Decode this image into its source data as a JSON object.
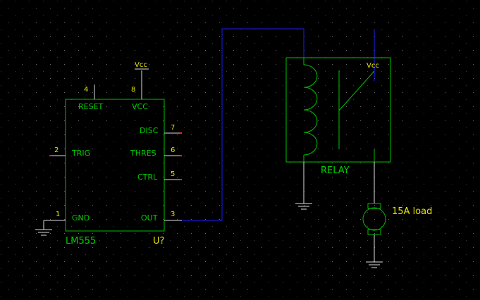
{
  "colors": {
    "background": "#000000",
    "grid_dot": "#6a6a6a",
    "component": "#00c000",
    "pin_number": "#e6e600",
    "wire": "#1a1aff",
    "pin_tip": "#ff2020",
    "label_green": "#00d000",
    "label_yellow": "#e6e600"
  },
  "timer": {
    "part": "LM555",
    "ref": "U?",
    "pins": {
      "reset": {
        "num": "4",
        "name": "RESET"
      },
      "vcc": {
        "num": "8",
        "name": "VCC"
      },
      "disc": {
        "num": "7",
        "name": "DISC"
      },
      "thres": {
        "num": "6",
        "name": "THRES"
      },
      "ctrl": {
        "num": "5",
        "name": "CTRL"
      },
      "trig": {
        "num": "2",
        "name": "TRIG"
      },
      "gnd": {
        "num": "1",
        "name": "GND"
      },
      "out": {
        "num": "3",
        "name": "OUT"
      }
    },
    "vcc_label": "Vcc"
  },
  "relay": {
    "label": "RELAY",
    "vcc_label": "Vcc"
  },
  "load": {
    "label": "15A load"
  },
  "icons": {
    "ground": "ground-icon",
    "coil": "coil-icon",
    "motor": "motor-icon"
  }
}
